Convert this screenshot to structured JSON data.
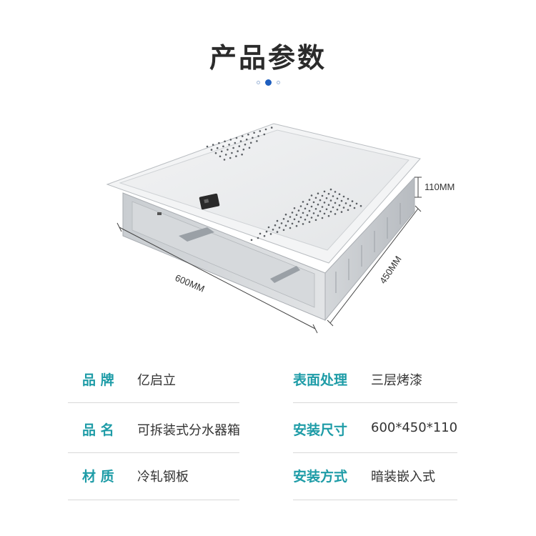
{
  "header": {
    "title": "产品参数",
    "pager": {
      "count": 3,
      "active": 2
    }
  },
  "product": {
    "dims": {
      "height": "110MM",
      "depth": "450MM",
      "width": "600MM"
    }
  },
  "specs": [
    {
      "label": "品  牌",
      "value": "亿启立"
    },
    {
      "label": "表面处理",
      "value": "三层烤漆"
    },
    {
      "label": "品  名",
      "value": "可拆装式分水器箱"
    },
    {
      "label": "安装尺寸",
      "value": "600*450*110"
    },
    {
      "label": "材  质",
      "value": "冷轧钢板"
    },
    {
      "label": "安装方式",
      "value": "暗装嵌入式"
    }
  ],
  "colors": {
    "accent": "#1e9ca7",
    "pager": "#1f5fbf"
  }
}
